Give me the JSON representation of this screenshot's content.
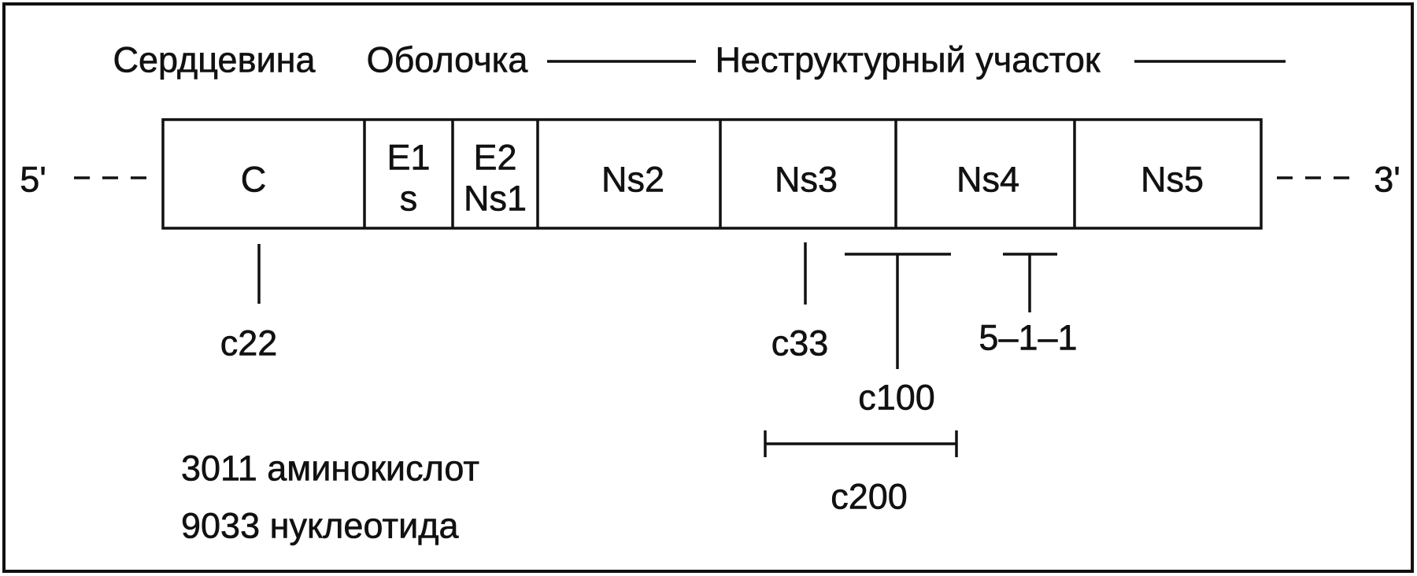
{
  "header": {
    "core": "Сердцевина",
    "envelope": "Оболочка",
    "nonstructural": "Неструктурный участок"
  },
  "genome": {
    "five_prime": "5'",
    "three_prime": "3'",
    "segments": [
      {
        "lines": [
          "C"
        ]
      },
      {
        "lines": [
          "E1",
          "s"
        ]
      },
      {
        "lines": [
          "E2",
          "Ns1"
        ]
      },
      {
        "lines": [
          "Ns2"
        ]
      },
      {
        "lines": [
          "Ns3"
        ]
      },
      {
        "lines": [
          "Ns4"
        ]
      },
      {
        "lines": [
          "Ns5"
        ]
      }
    ]
  },
  "antigens": [
    {
      "label": "c22"
    },
    {
      "label": "c33"
    },
    {
      "label": "c100"
    },
    {
      "label": "5–1–1"
    },
    {
      "label": "c200"
    }
  ],
  "notes": [
    "3011 аминокислот",
    "9033 нуклеотида"
  ]
}
